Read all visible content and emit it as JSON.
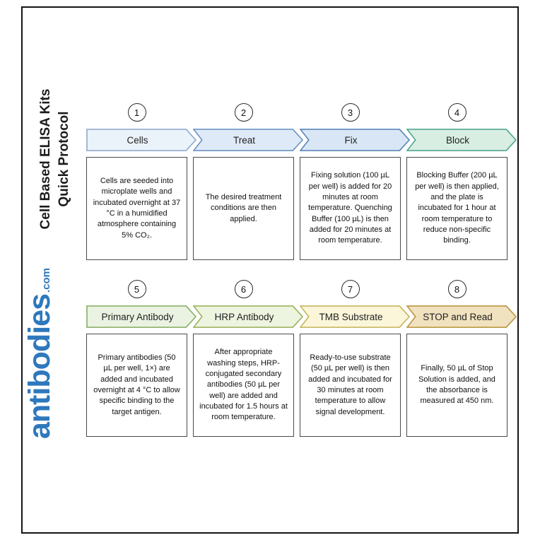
{
  "frame": {
    "border_color": "#141414"
  },
  "sidebar": {
    "title_line1": "Cell Based ELISA Kits",
    "title_line2": "Quick Protocol",
    "title_color": "#1c1c1c",
    "brand": "antibodies",
    "brand_suffix": ".com",
    "brand_color": "#2e78bd"
  },
  "steps": [
    {
      "number": "1",
      "label": "Cells",
      "description": "Cells are seeded into microplate wells and incubated overnight at 37 °C in a humidified atmosphere containing 5% CO₂.",
      "fill": "#ebf3fa",
      "stroke": "#93accd"
    },
    {
      "number": "2",
      "label": "Treat",
      "description": "The desired treatment conditions are then applied.",
      "fill": "#dfeaf8",
      "stroke": "#6e94c4"
    },
    {
      "number": "3",
      "label": "Fix",
      "description": "Fixing solution (100 µL per well) is added for 20 minutes at room temperature. Quenching Buffer (100 µL) is then added for 20 minutes at room temperature.",
      "fill": "#d8e6f6",
      "stroke": "#5c87ba"
    },
    {
      "number": "4",
      "label": "Block",
      "description": "Blocking Buffer (200 µL per well) is then applied, and the plate is incubated for 1 hour at room temperature to reduce non-specific binding.",
      "fill": "#d8eee2",
      "stroke": "#53a88e"
    },
    {
      "number": "5",
      "label": "Primary Antibody",
      "description": "Primary antibodies (50 µL per well, 1×) are added and incubated overnight at 4 °C to allow specific binding to the target antigen.",
      "fill": "#eaf3e2",
      "stroke": "#8db06a"
    },
    {
      "number": "6",
      "label": "HRP Antibody",
      "description": "After appropriate washing steps, HRP-conjugated secondary antibodies (50 µL per well) are added and incubated for 1.5 hours at room temperature.",
      "fill": "#edf4df",
      "stroke": "#9cb45e"
    },
    {
      "number": "7",
      "label": "TMB Substrate",
      "description": "Ready-to-use substrate (50 µL per well) is then added and incubated for 30 minutes at room temperature to allow signal development.",
      "fill": "#fbf6d9",
      "stroke": "#c7b75c"
    },
    {
      "number": "8",
      "label": "STOP and Read",
      "description": "Finally, 50 µL of Stop Solution is added, and the absorbance is measured at 450 nm.",
      "fill": "#f1e2bf",
      "stroke": "#bb9742"
    }
  ]
}
